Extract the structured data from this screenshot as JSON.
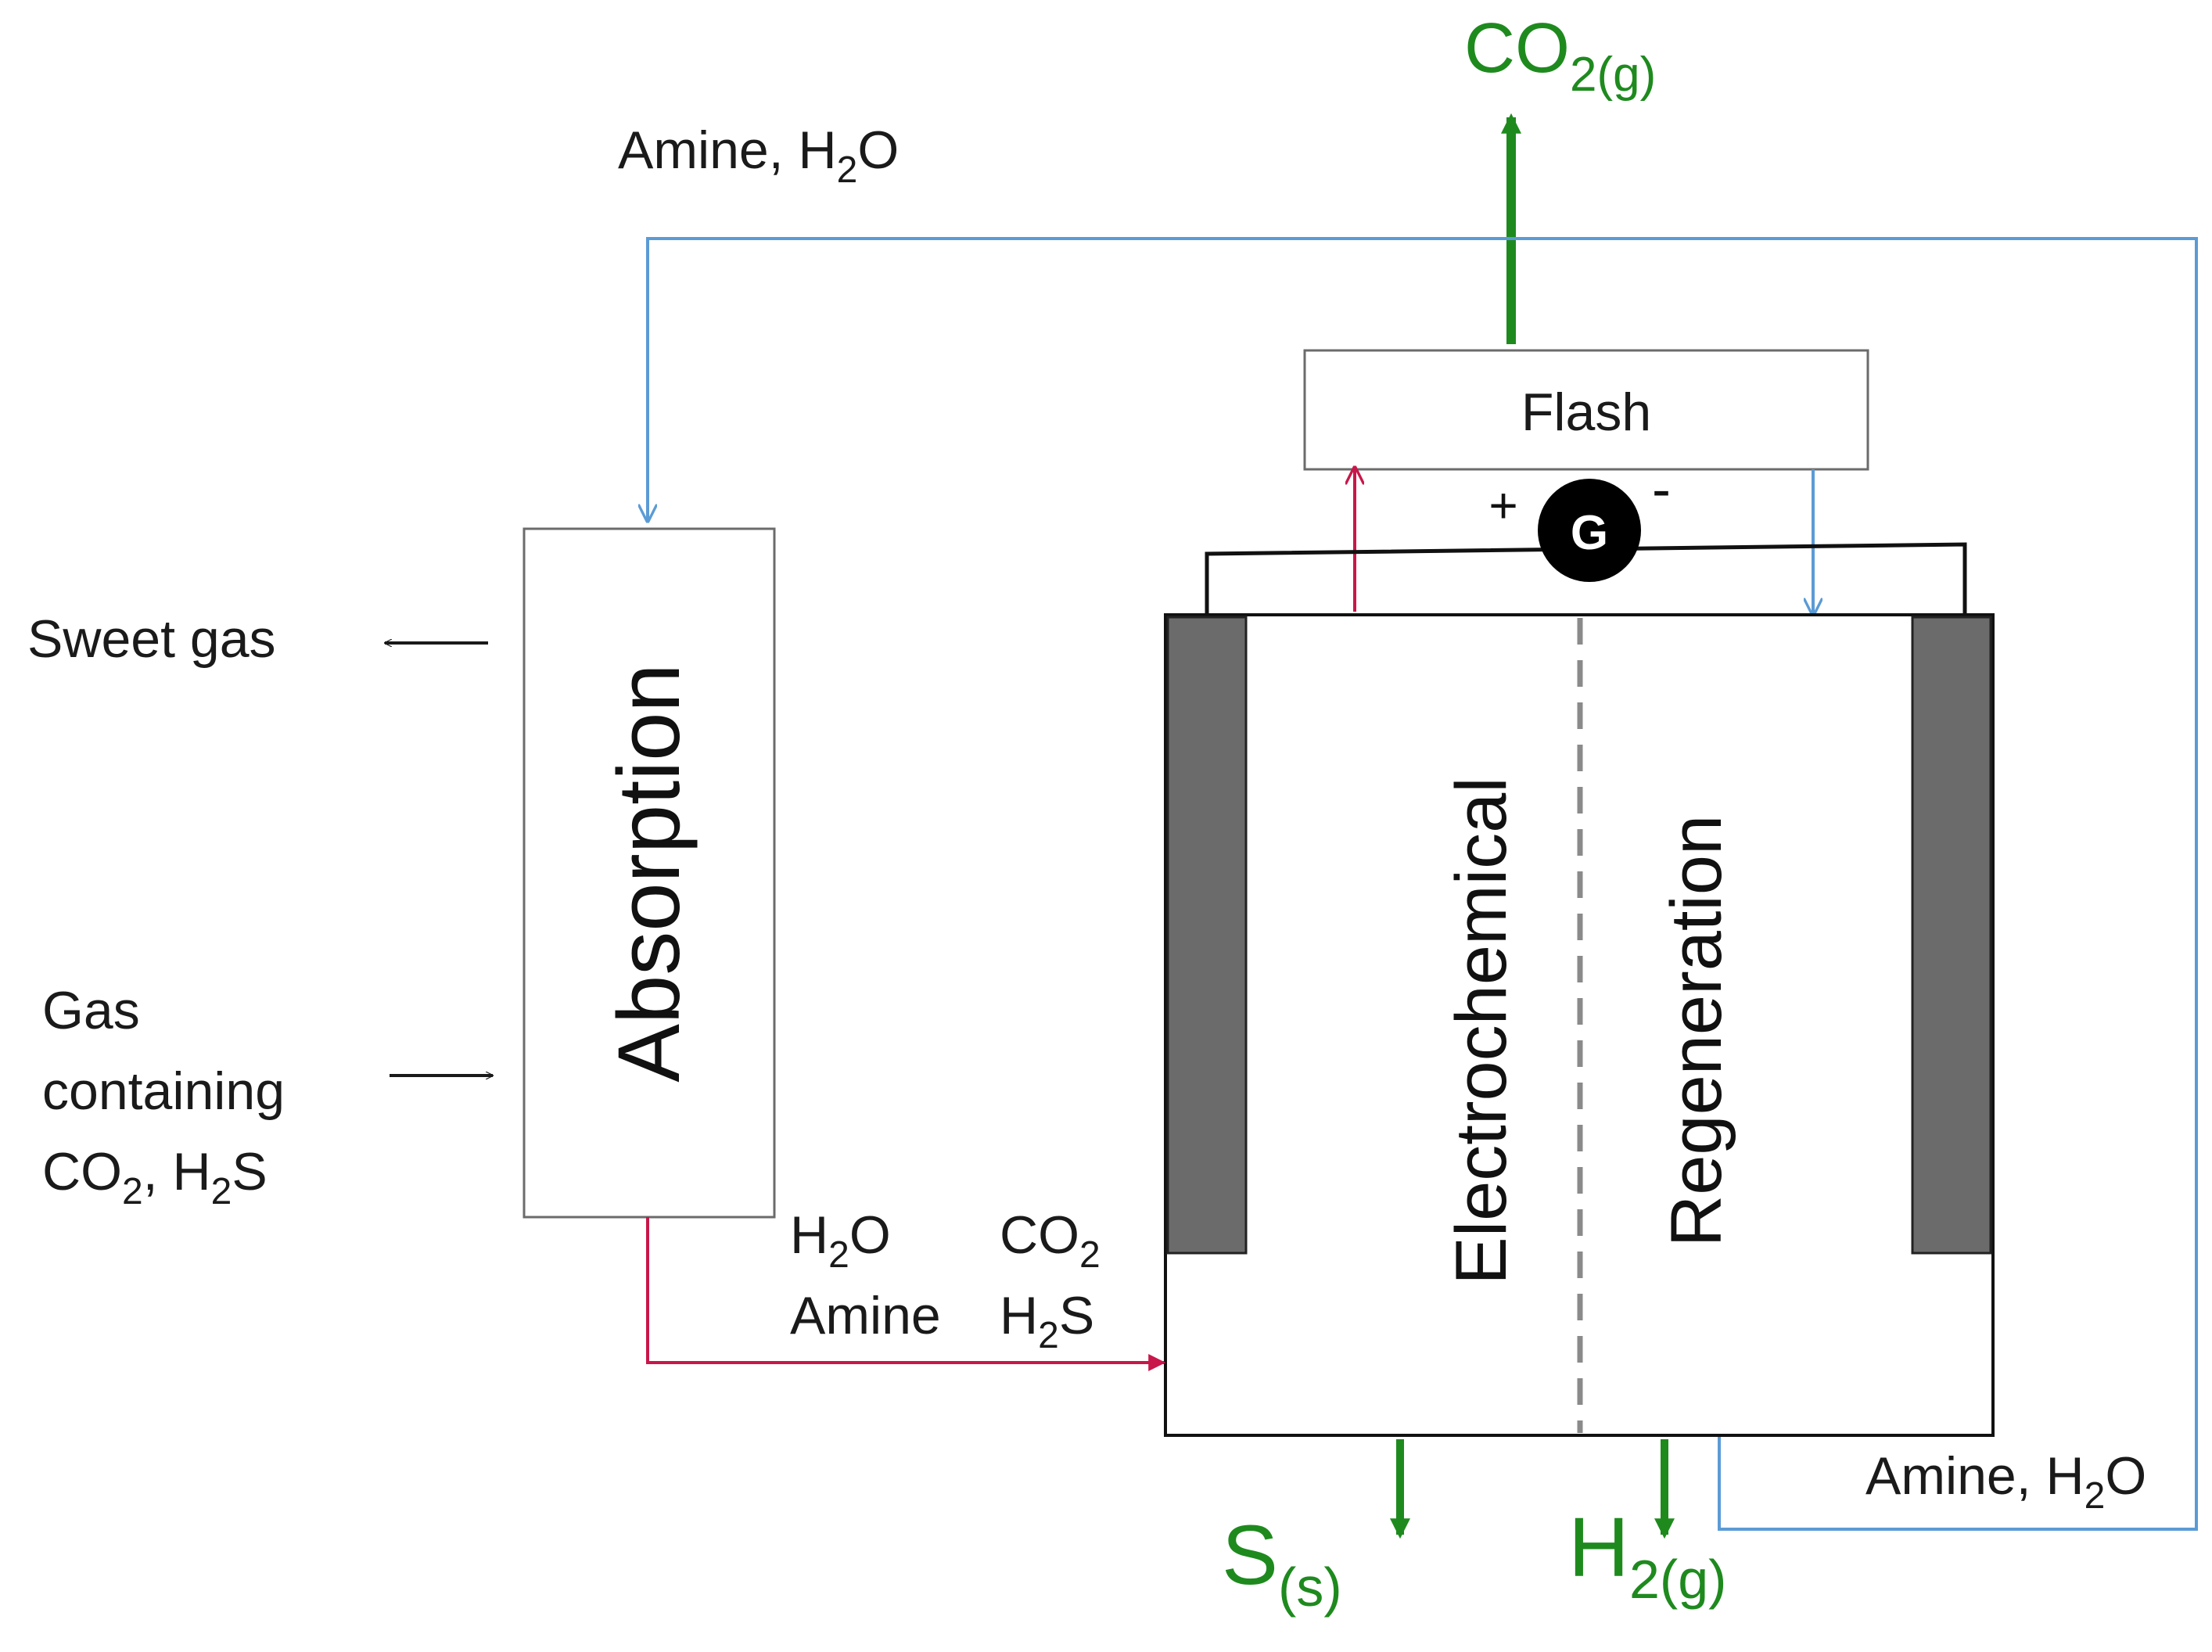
{
  "labels": {
    "co2_out": {
      "main": "CO",
      "sub": "2(g)"
    },
    "amine_top": {
      "pre": "Amine, H",
      "sub": "2",
      "post": "O"
    },
    "sweet_gas": "Sweet gas",
    "gas_in": {
      "line1": "Gas",
      "line2": "containing",
      "line3a": "CO",
      "line3b": "2",
      "line3c": ", H",
      "line3d": "2",
      "line3e": "S"
    },
    "absorption": "Absorption",
    "flash": "Flash",
    "generator": "G",
    "plus": "+",
    "minus": "-",
    "electrochemical": "Electrochemical",
    "regeneration": "Regeneration",
    "stream_h2o": {
      "pre": "H",
      "sub": "2",
      "post": "O"
    },
    "stream_amine": "Amine",
    "stream_co2": {
      "pre": "CO",
      "sub": "2"
    },
    "stream_h2s": {
      "pre": "H",
      "sub": "2",
      "post": "S"
    },
    "sulfur_out": {
      "main": "S",
      "sub": "(s)"
    },
    "h2_out": {
      "main": "H",
      "sub": "2(g)"
    },
    "amine_bottom": {
      "pre": "Amine, H",
      "sub": "2",
      "post": "O"
    }
  },
  "colors": {
    "product_green": "#1e8a1e",
    "rich_stream": "#c8174a",
    "lean_stream": "#5b9bd5",
    "electrode": "#6b6b6b",
    "membrane": "#8a8a8a"
  }
}
